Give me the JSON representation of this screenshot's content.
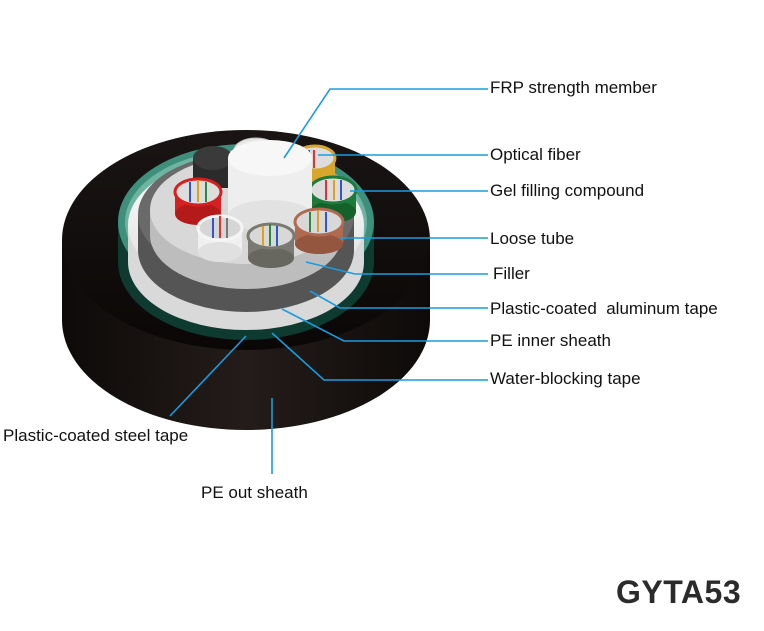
{
  "diagram": {
    "model": "GYTA53",
    "accent_line_color": "#1a9be0",
    "labels": {
      "frp": "FRP strength member",
      "optical_fiber": "Optical fiber",
      "gel": "Gel filling compound",
      "loose_tube": "Loose tube",
      "filler": "Filler",
      "aluminum_tape": "Plastic-coated  aluminum tape",
      "inner_sheath": "PE inner sheath",
      "water_blocking": "Water-blocking tape",
      "steel_tape": "Plastic-coated steel tape",
      "out_sheath": "PE out sheath"
    },
    "tube_colors": [
      "#d42020",
      "#f2f2f2",
      "#7a7a72",
      "#b06a50",
      "#1e7a3a",
      "#d8a62a",
      "#e8e8e8",
      "#2b2b2b"
    ]
  }
}
